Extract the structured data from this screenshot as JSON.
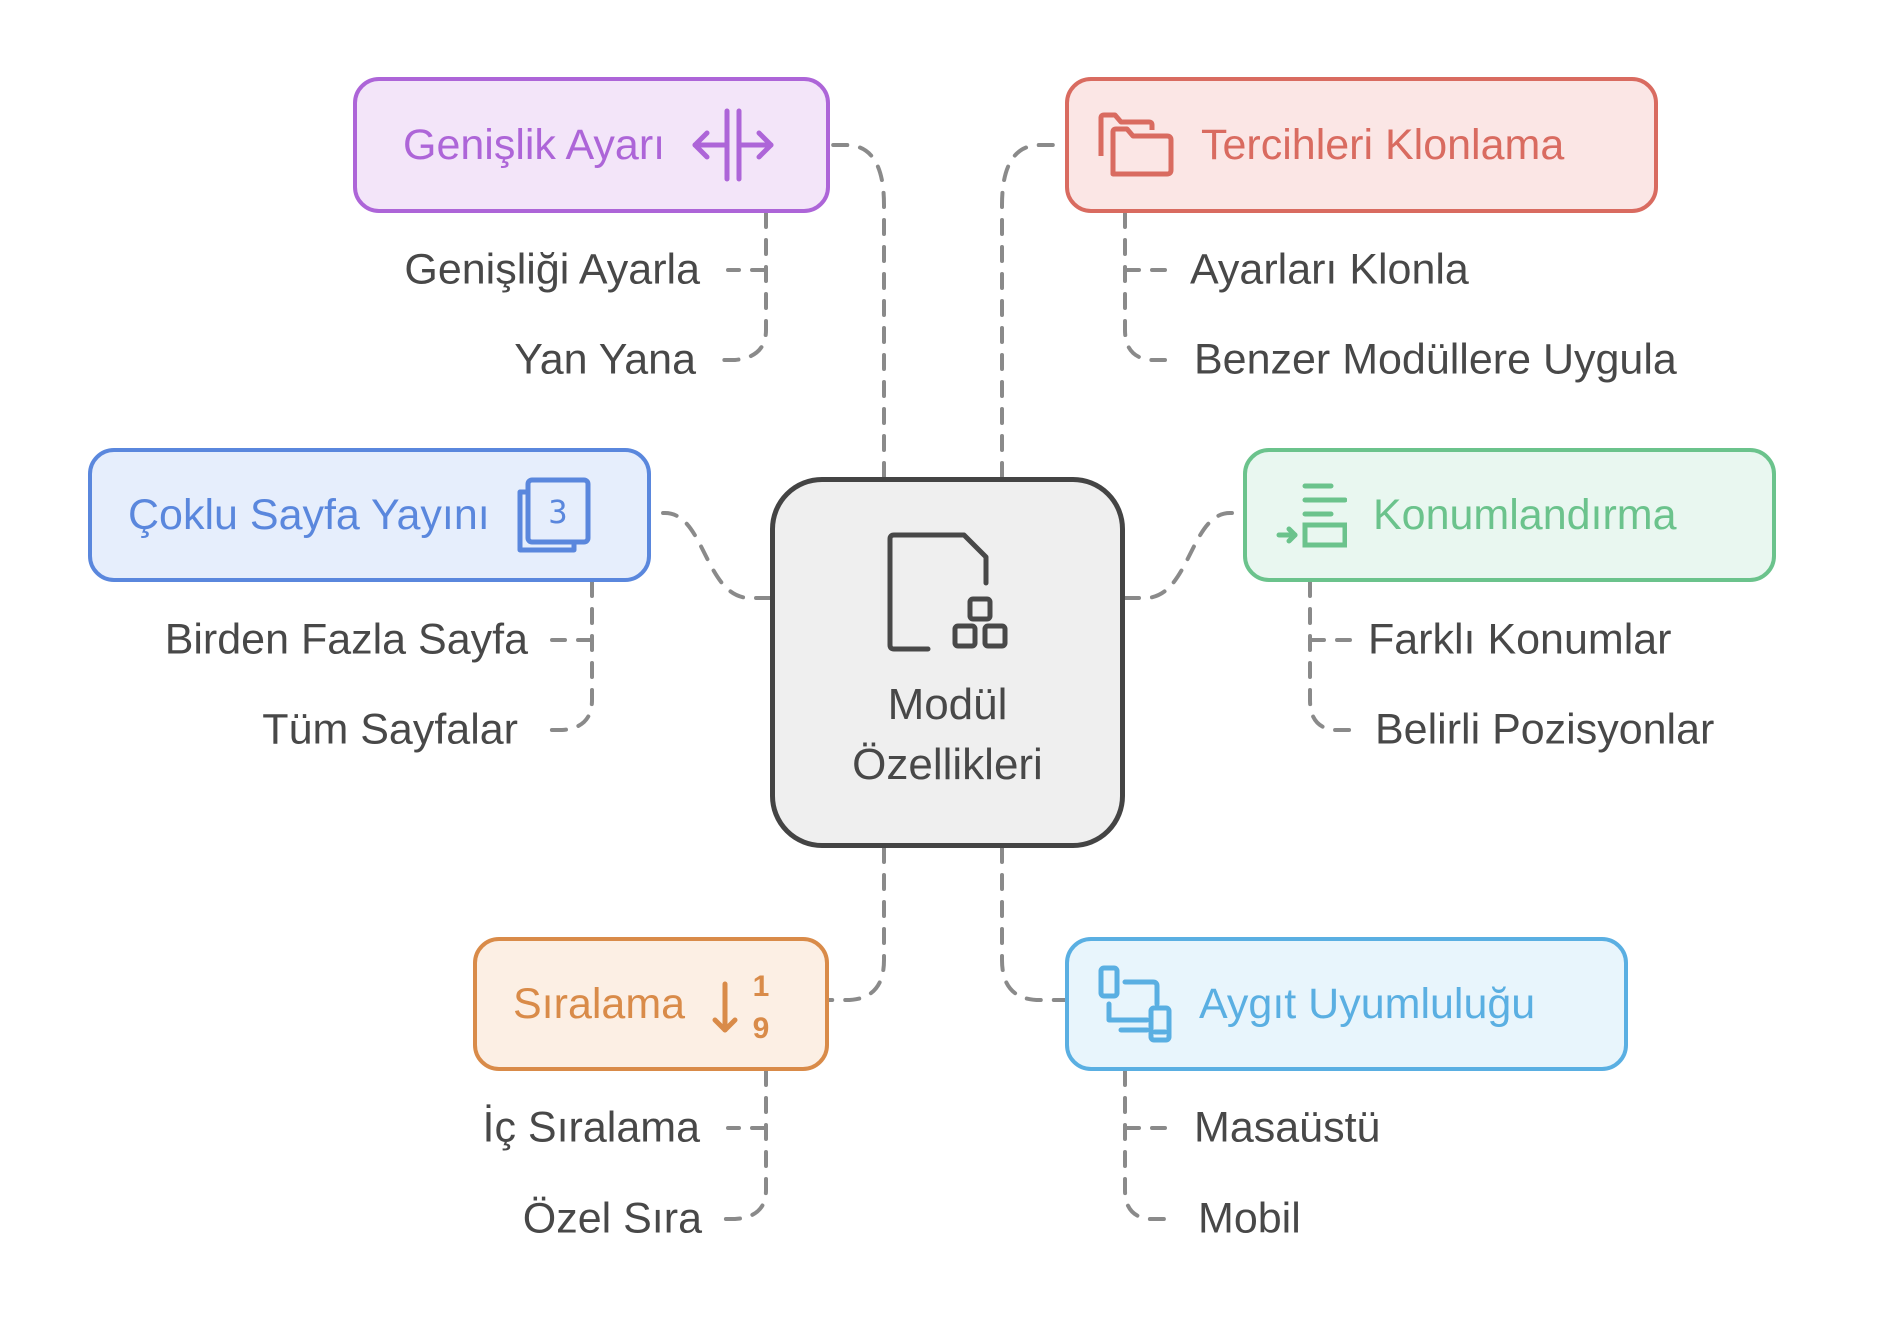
{
  "center": {
    "title_line1": "Modül",
    "title_line2": "Özellikleri",
    "icon": "file-modules-icon"
  },
  "branches": [
    {
      "id": "width",
      "label": "Genişlik Ayarı",
      "icon": "resize-horizontal-icon",
      "color": "#ad65d8",
      "fill": "#f3e5f9",
      "children": [
        "Genişliği Ayarla",
        "Yan Yana"
      ]
    },
    {
      "id": "clone",
      "label": "Tercihleri Klonlama",
      "icon": "folders-icon",
      "color": "#d96b60",
      "fill": "#fbe6e5",
      "children": [
        "Ayarları Klonla",
        "Benzer Modüllere Uygula"
      ]
    },
    {
      "id": "multipage",
      "label": "Çoklu Sayfa Yayını",
      "icon": "stacked-pages-3-icon",
      "color": "#5a87dd",
      "fill": "#e6eefc",
      "children": [
        "Birden Fazla Sayfa",
        "Tüm Sayfalar"
      ]
    },
    {
      "id": "positioning",
      "label": "Konumlandırma",
      "icon": "align-insert-icon",
      "color": "#6bc38c",
      "fill": "#e9f7f0",
      "children": [
        "Farklı Konumlar",
        "Belirli Pozisyonlar"
      ]
    },
    {
      "id": "sorting",
      "label": "Sıralama",
      "icon": "sort-ascending-1-9-icon",
      "icon_digits": [
        "1",
        "9"
      ],
      "color": "#d98b49",
      "fill": "#fcefe4",
      "children": [
        "İç Sıralama",
        "Özel Sıra"
      ]
    },
    {
      "id": "devices",
      "label": "Aygıt Uyumluluğu",
      "icon": "devices-icon",
      "color": "#5aafe2",
      "fill": "#e8f5fc",
      "children": [
        "Masaüstü",
        "Mobil"
      ]
    }
  ],
  "connector_color": "#8a8a8a",
  "text_color": "#484848"
}
